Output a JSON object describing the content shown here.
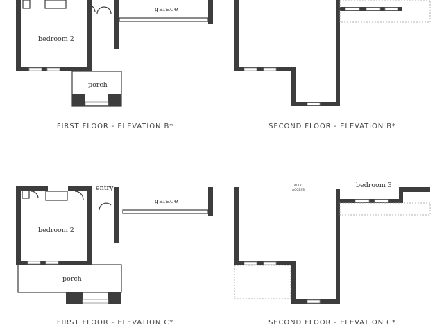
{
  "plans": {
    "b_first": {
      "caption": "FIRST FLOOR - ELEVATION B*",
      "bedroom": "bedroom 2",
      "porch": "porch",
      "garage": "garage"
    },
    "b_second": {
      "caption": "SECOND FLOOR - ELEVATION B*"
    },
    "c_first": {
      "caption": "FIRST FLOOR - ELEVATION C*",
      "bedroom": "bedroom 2",
      "porch": "porch",
      "garage": "garage",
      "entry": "entry"
    },
    "c_second": {
      "caption": "SECOND FLOOR - ELEVATION C*",
      "bedroom": "bedroom 3",
      "attic_line1": "ATTIC",
      "attic_line2": "ACCESS"
    }
  }
}
